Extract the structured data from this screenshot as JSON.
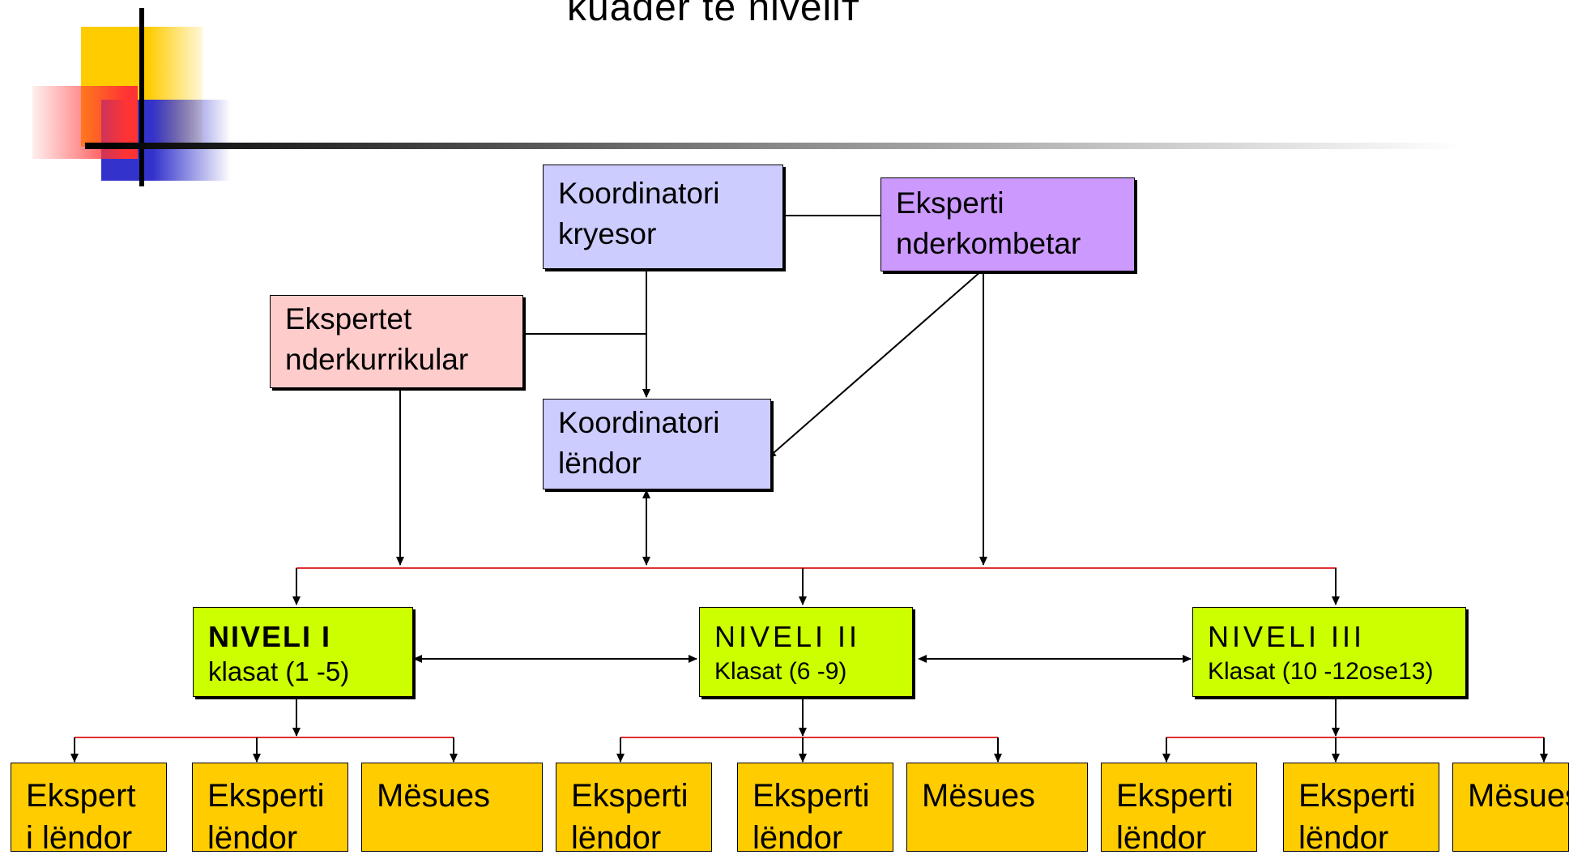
{
  "title": "kuadër të niveliт",
  "nodes": {
    "koordinatori_kryesor": [
      "Koordinatori",
      "kryesor"
    ],
    "eksperti_nderkombetar": [
      "Eksperti",
      "nderkombetar"
    ],
    "ekspertet_nderkurrikular": [
      "Ekspertet",
      "nderkurrikular"
    ],
    "koordinatori_lendor": [
      "Koordinatori",
      "lëndor"
    ]
  },
  "levels": [
    {
      "name": "NIVELI  I",
      "classes": "klasat (1 -5)"
    },
    {
      "name": "NIVELI  II",
      "classes": "Klasat (6 -9)"
    },
    {
      "name": "NIVELI III",
      "classes": "Klasat (10 -12ose13)"
    }
  ],
  "leaves": [
    [
      "Ekspert",
      "i lëndor"
    ],
    [
      "Eksperti",
      "lëndor"
    ],
    [
      "Mësues",
      ""
    ],
    [
      "Eksperti",
      "lëndor"
    ],
    [
      "Eksperti",
      "lëndor"
    ],
    [
      "Mësues",
      ""
    ],
    [
      "Eksperti",
      "lëndor"
    ],
    [
      "Eksperti",
      "lëndor"
    ],
    [
      "Mësues",
      ""
    ]
  ]
}
